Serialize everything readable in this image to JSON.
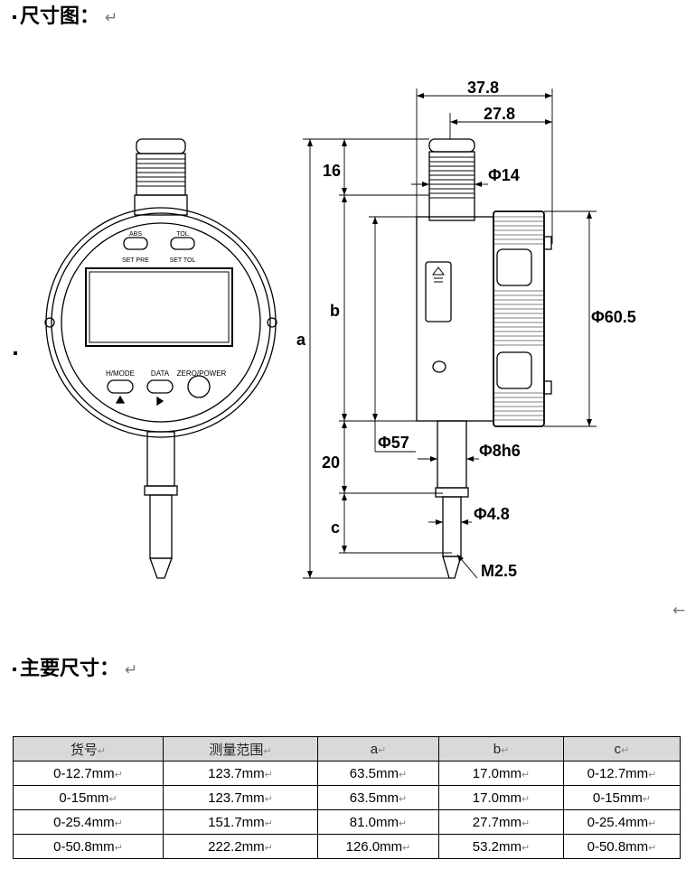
{
  "headings": {
    "dimension_drawing": "尺寸图：",
    "main_dimensions": "主要尺寸："
  },
  "paragraph_mark": "↵",
  "arrow_mark": "←",
  "front_view": {
    "buttons": {
      "abs": "ABS",
      "set_pre": "SET PRE",
      "tol": "TOL",
      "set_tol": "SET TOL",
      "h_mode": "H/MODE",
      "data": "DATA",
      "zero_power": "ZERO/POWER"
    }
  },
  "dimensions": {
    "d_37_8": "37.8",
    "d_27_8": "27.8",
    "d_16": "16",
    "phi_14": "Φ14",
    "b": "b",
    "a": "a",
    "phi_60_5": "Φ60.5",
    "phi_57": "Φ57",
    "phi_8h6": "Φ8h6",
    "d_20": "20",
    "phi_4_8": "Φ4.8",
    "c": "c",
    "m2_5": "M2.5"
  },
  "table": {
    "headers": [
      "货号",
      "测量范围",
      "a",
      "b",
      "c"
    ],
    "rows": [
      [
        "0-12.7mm",
        "123.7mm",
        "63.5mm",
        "17.0mm",
        "0-12.7mm"
      ],
      [
        "0-15mm",
        "123.7mm",
        "63.5mm",
        "17.0mm",
        "0-15mm"
      ],
      [
        "0-25.4mm",
        "151.7mm",
        "81.0mm",
        "27.7mm",
        "0-25.4mm"
      ],
      [
        "0-50.8mm",
        "222.2mm",
        "126.0mm",
        "53.2mm",
        "0-50.8mm"
      ]
    ]
  }
}
